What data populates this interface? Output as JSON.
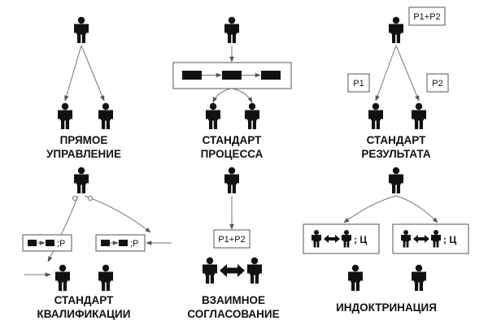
{
  "colors": {
    "figure": "#111111",
    "line": "#777777",
    "box": "#555555"
  },
  "icons": {
    "person": "person-icon",
    "process_block": "process-block-icon",
    "exchange_arrow": "double-arrow-icon"
  },
  "panels": {
    "direct": {
      "caption_line1": "ПРЯМОЕ",
      "caption_line2": "УПРАВЛЕНИЕ"
    },
    "process": {
      "caption_line1": "СТАНДАРТ",
      "caption_line2": "ПРОЦЕССА"
    },
    "result": {
      "caption_line1": "СТАНДАРТ",
      "caption_line2": "РЕЗУЛЬТАТА",
      "label_top": "P1+P2",
      "label_left": "P1",
      "label_right": "P2"
    },
    "skills": {
      "caption_line1": "СТАНДАРТ",
      "caption_line2": "КВАЛИФИКАЦИИ",
      "box_left_label": ";P",
      "box_right_label": ";P"
    },
    "mutual": {
      "caption_line1": "ВЗАИМНОЕ",
      "caption_line2": "СОГЛАСОВАНИЕ",
      "label": "P1+P2"
    },
    "indoctrination": {
      "caption": "ИНДОКТРИНАЦИЯ",
      "box_left_label": "; Ц",
      "box_right_label": "; Ц"
    }
  }
}
